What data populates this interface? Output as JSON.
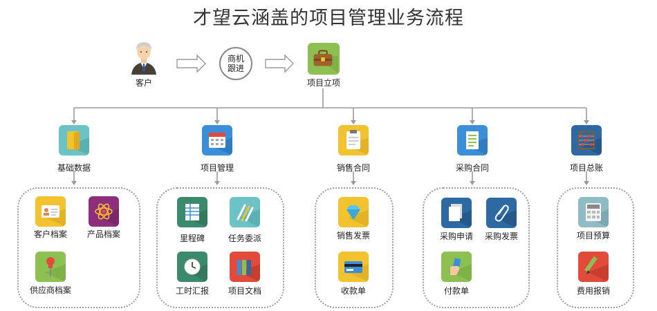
{
  "title": "才望云涵盖的项目管理业务流程",
  "top": {
    "customer": "客户",
    "opportunity_line1": "商机",
    "opportunity_line2": "跟进",
    "project_setup": "项目立项"
  },
  "categories": {
    "basic": "基础数据",
    "project_mgmt": "项目管理",
    "sales_contract": "销售合同",
    "purchase_contract": "采购合同",
    "ledger": "项目总账"
  },
  "items": {
    "customer_file": "客户档案",
    "product_file": "产品档案",
    "supplier_file": "供应商档案",
    "milestone": "里程碑",
    "task_assign": "任务委派",
    "timesheet": "工时汇报",
    "project_docs": "项目文档",
    "sales_invoice": "销售发票",
    "receipt": "收款单",
    "purchase_request": "采购申请",
    "purchase_invoice": "采购发票",
    "payment": "付款单",
    "budget": "项目预算",
    "expense": "费用报销"
  },
  "colors": {
    "connector": "#9a9a9a",
    "green": "#8cc152",
    "teal": "#4fa3a5",
    "blue": "#3b8ed8",
    "yellow": "#f3c22f",
    "purple": "#8e2f7e",
    "darkblue": "#2d6aa3",
    "red": "#e24b3b"
  }
}
